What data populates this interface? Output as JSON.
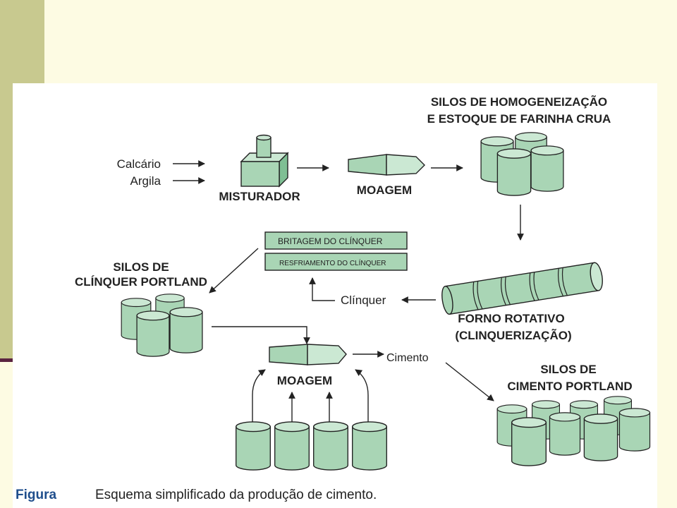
{
  "labels": {
    "silos_homog_line1": "SILOS DE HOMOGENEIZAÇÃO",
    "silos_homog_line2": "E ESTOQUE DE FARINHA CRUA",
    "calcario": "Calcário",
    "argila": "Argila",
    "misturador": "MISTURADOR",
    "moagem_top": "MOAGEM",
    "britagem": "BRITAGEM DO CLÍNQUER",
    "resfriamento": "RESFRIAMENTO DO CLÍNQUER",
    "silos_clinquer_line1": "SILOS DE",
    "silos_clinquer_line2": "CLÍNQUER PORTLAND",
    "clinquer": "Clínquer",
    "forno_line1": "FORNO ROTATIVO",
    "forno_line2": "(CLINQUERIZAÇÃO)",
    "cimento": "Cimento",
    "moagem_bottom": "MOAGEM",
    "silos_cimento_line1": "SILOS DE",
    "silos_cimento_line2": "CIMENTO PORTLAND"
  },
  "caption": {
    "prefix": "Figura",
    "text": "Esquema simplificado da produção de cimento."
  },
  "colors": {
    "green_fill": "#a9d5b5",
    "green_light": "#cbe8d3",
    "green_dark": "#7fbf94",
    "caption_prefix": "#1f4e8c",
    "background": "#fdfbe3",
    "left_band": "#c8c98f"
  }
}
